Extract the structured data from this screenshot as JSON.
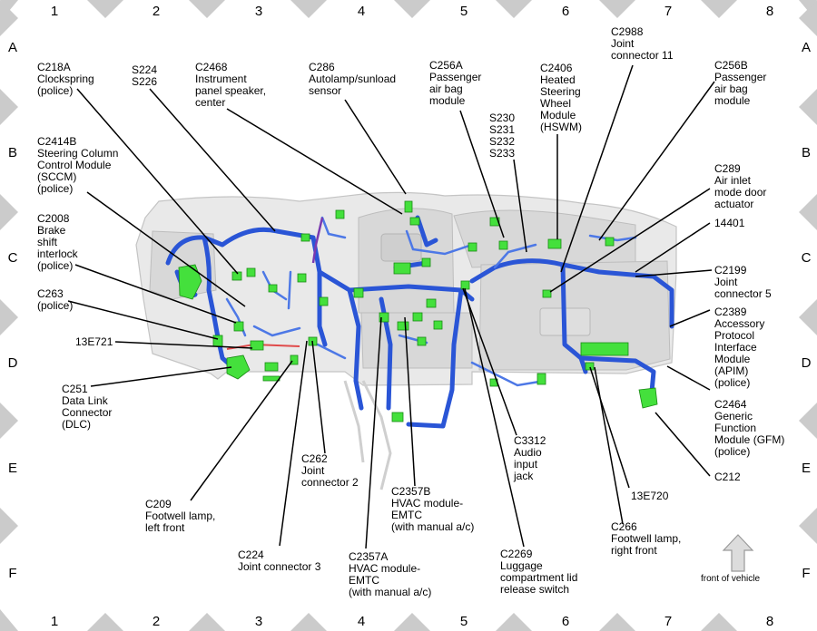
{
  "grid": {
    "columns": [
      "1",
      "2",
      "3",
      "4",
      "5",
      "6",
      "7",
      "8"
    ],
    "rows": [
      "A",
      "B",
      "C",
      "D",
      "E",
      "F"
    ]
  },
  "callouts": {
    "c218a": "C218A\nClockspring\n(police)",
    "s224": "S224\nS226",
    "c2468": "C2468\nInstrument\npanel speaker,\ncenter",
    "c286": "C286\nAutolamp/sunload\nsensor",
    "c256a": "C256A\nPassenger\nair bag\nmodule",
    "c2406": "C2406\nHeated\nSteering\nWheel\nModule\n(HSWM)",
    "c2988": "C2988\nJoint\nconnector 11",
    "c256b": "C256B\nPassenger\nair bag\nmodule",
    "s230": "S230\nS231\nS232\nS233",
    "c2414b": "C2414B\nSteering Column\nControl Module\n(SCCM)\n(police)",
    "c289": "C289\nAir inlet\nmode door\nactuator",
    "c14401": "14401",
    "c2008": "C2008\nBrake\nshift\ninterlock\n(police)",
    "c2199": "C2199\nJoint\nconnector 5",
    "c263": "C263\n(police)",
    "c2389": "C2389\nAccessory\nProtocol\nInterface\nModule\n(APIM)\n(police)",
    "c13e721": "13E721",
    "c251": "C251\nData Link\nConnector\n(DLC)",
    "c2464": "C2464\nGeneric\nFunction\nModule (GFM)\n(police)",
    "c3312": "C3312\nAudio\ninput\njack",
    "c262": "C262\nJoint\nconnector 2",
    "c212": "C212",
    "c2357b": "C2357B\nHVAC module-\nEMTC\n(with manual a/c)",
    "c13e720": "13E720",
    "c209": "C209\nFootwell lamp,\nleft front",
    "c266": "C266\nFootwell lamp,\nright front",
    "c224": "C224\nJoint connector 3",
    "c2357a": "C2357A\nHVAC module-\nEMTC\n(with manual a/c)",
    "c2269": "C2269\nLuggage\ncompartment lid\nrelease switch"
  },
  "front_label": "front of vehicle",
  "colors": {
    "harness": "#2a55d6",
    "connector": "#44e03c",
    "grid_triangle": "#c8c8c8"
  }
}
